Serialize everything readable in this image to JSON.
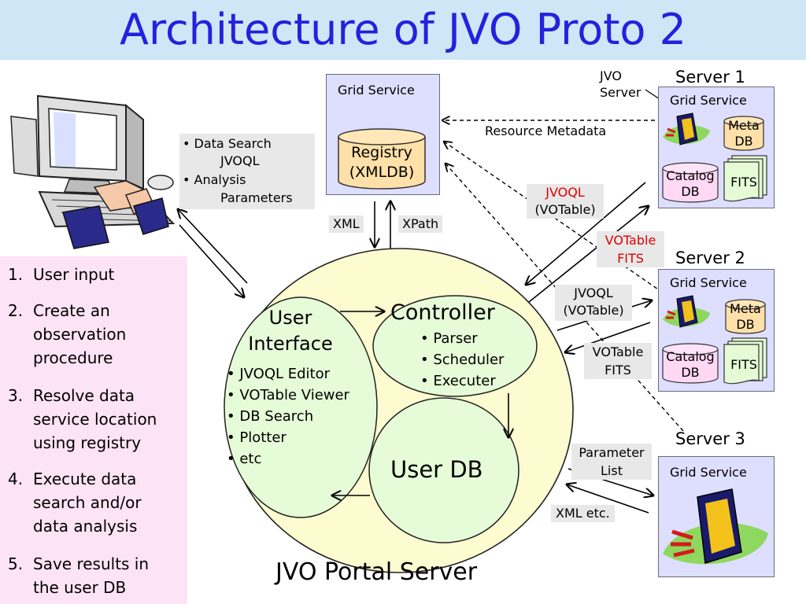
{
  "title": "Architecture of JVO Proto 2",
  "request_box": {
    "items": [
      "• Data Search",
      "JVOQL",
      "• Analysis",
      "Parameters"
    ]
  },
  "steps": [
    {
      "n": "1.",
      "lines": [
        "User input"
      ]
    },
    {
      "n": "2.",
      "lines": [
        "Create an",
        "observation",
        "procedure"
      ]
    },
    {
      "n": "3.",
      "lines": [
        "Resolve data",
        "service location",
        "using registry"
      ]
    },
    {
      "n": "4.",
      "lines": [
        "Execute data",
        "search and/or",
        "data analysis"
      ]
    },
    {
      "n": "5.",
      "lines": [
        "Save results in",
        "the user DB"
      ]
    }
  ],
  "registry_service": {
    "header": "Grid Service",
    "db_lines": [
      "Registry",
      "(XMLDB)"
    ]
  },
  "registry_links": {
    "xml": "XML",
    "xpath": "XPath"
  },
  "portal": {
    "label": "JVO Portal Server",
    "user_interface": {
      "title_lines": [
        "User",
        "Interface"
      ],
      "items": [
        "• JVOQL Editor",
        "• VOTable Viewer",
        "• DB Search",
        "• Plotter",
        "• etc"
      ]
    },
    "controller": {
      "title": "Controller",
      "items": [
        "• Parser",
        "• Scheduler",
        "• Executer"
      ]
    },
    "user_db": {
      "title": "User DB"
    }
  },
  "jvo_server_label": [
    "JVO",
    "Server"
  ],
  "resource_metadata": "Resource Metadata",
  "servers": [
    {
      "name": "Server 1",
      "service": "Grid Service",
      "meta": [
        "Meta",
        "DB"
      ],
      "catalog": [
        "Catalog",
        "DB"
      ],
      "fits": "FITS"
    },
    {
      "name": "Server 2",
      "service": "Grid Service",
      "meta": [
        "Meta",
        "DB"
      ],
      "catalog": [
        "Catalog",
        "DB"
      ],
      "fits": "FITS"
    },
    {
      "name": "Server 3",
      "service": "Grid Service"
    }
  ],
  "flow_labels": {
    "s1_request": [
      "JVOQL",
      "(VOTable)"
    ],
    "s1_response": [
      "VOTable",
      "FITS"
    ],
    "s2_request": [
      "JVOQL",
      "(VOTable)"
    ],
    "s2_response": [
      "VOTable",
      "FITS"
    ],
    "s3_request": [
      "Parameter",
      "List"
    ],
    "s3_response": "XML etc."
  },
  "colors": {
    "title": "#2222dd",
    "title_band": "#cfe6f7",
    "portal_fill": "#fdfbd0",
    "module_fill": "#e6fbd8",
    "grid_service_fill": "#dedeff",
    "registry_fill": "#ffe0a8",
    "catalog_fill": "#ffd8f4",
    "fits_fill": "#e4fbd6",
    "highlight_text": "#dd0000",
    "steps_fill": "#fde3f6"
  }
}
